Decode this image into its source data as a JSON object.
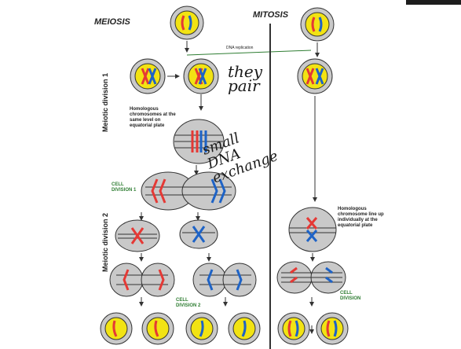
{
  "titles": {
    "meiosis": "MEIOSIS",
    "mitosis": "MITOSIS"
  },
  "arrows": {
    "dna_replication": "DNA replication"
  },
  "side_labels": {
    "division1": "Meiotic division 1",
    "division2": "Meiotic division 2"
  },
  "notes": {
    "homologous_same_level": "Homologous chromosomes at the same level on equatorial plate",
    "homologous_individually": "Homologous chromosome line up individually at the equatorial plate"
  },
  "stages": {
    "cell_division_1": "CELL DIVISION 1",
    "cell_division_2": "CELL DIVISION 2",
    "cell_division": "CELL DIVISION"
  },
  "handwriting": {
    "they_pair": "they pair",
    "small_dna_exchange": "small DNA exchange"
  },
  "colors": {
    "nucleus_yellow": "#f2e313",
    "cell_gray": "#c9c9c9",
    "red": "#e53935",
    "blue": "#1e63c6",
    "green": "#2e7d32"
  }
}
